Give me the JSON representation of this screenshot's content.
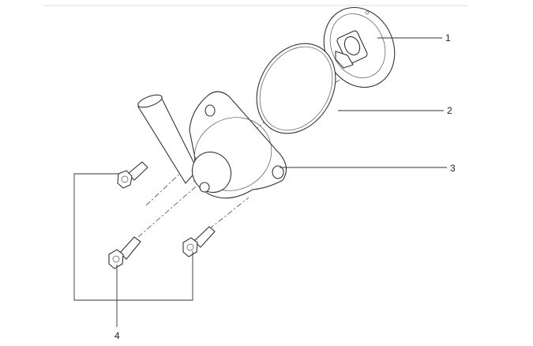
{
  "diagram": {
    "callouts": [
      {
        "number": "1",
        "part": "thermostat"
      },
      {
        "number": "2",
        "part": "gasket-ring"
      },
      {
        "number": "3",
        "part": "thermostat-housing"
      },
      {
        "number": "4",
        "part": "bolt"
      }
    ],
    "colors": {
      "line": "#333333",
      "divider": "#dddddd",
      "background": "#ffffff"
    }
  }
}
